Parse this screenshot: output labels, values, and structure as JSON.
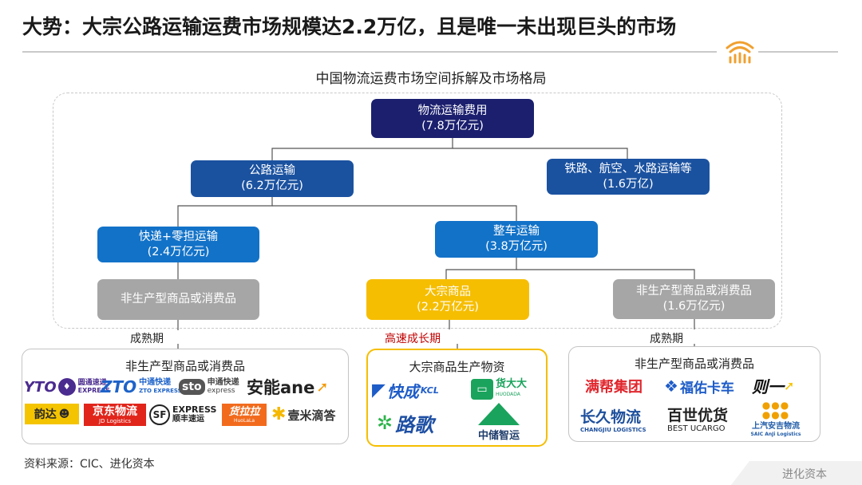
{
  "slide": {
    "title": "大势：大宗公路运输运费市场规模达2.2万亿，且是唯一未出现巨头的市场",
    "subtitle": "中国物流运费市场空间拆解及市场格局",
    "source": "资料来源：CIC、进化资本",
    "footer_brand": "进化资本"
  },
  "nodes": {
    "root": {
      "line1": "物流运输费用",
      "line2": "(7.8万亿元)"
    },
    "road": {
      "line1": "公路运输",
      "line2": "(6.2万亿元)"
    },
    "other": {
      "line1": "铁路、航空、水路运输等",
      "line2": "(1.6万亿)"
    },
    "express": {
      "line1": "快递+零担运输",
      "line2": "(2.4万亿元)"
    },
    "ftl": {
      "line1": "整车运输",
      "line2": "(3.8万亿元)"
    },
    "express_goods": {
      "line1": "非生产型商品或消费品"
    },
    "bulk": {
      "line1": "大宗商品",
      "line2": "(2.2万亿元)"
    },
    "consumer_goods": {
      "line1": "非生产型商品或消费品",
      "line2": "(1.6万亿元)"
    }
  },
  "stages": {
    "left": "成熟期",
    "middle": "高速成长期",
    "right": "成熟期"
  },
  "panels": {
    "left": {
      "title": "非生产型商品或消费品",
      "logos": [
        "YTO",
        "圆通速递",
        "EXPRESS",
        "ZTO",
        "中通快递",
        "ZTO EXPRESS",
        "sto",
        "申通快递",
        "express",
        "安能ane",
        "韵达",
        "京东物流",
        "JD Logistics",
        "SF",
        "EXPRESS",
        "顺丰速运",
        "货拉拉",
        "HuoLaLa",
        "壹米滴答"
      ]
    },
    "middle": {
      "title": "大宗商品生产物资",
      "logos": [
        "快成",
        "KCL",
        "货大大",
        "HUODADA",
        "路歌",
        "中储智运"
      ]
    },
    "right": {
      "title": "非生产型商品或消费品",
      "logos": [
        "满帮集团",
        "福佑卡车",
        "则一",
        "长久物流",
        "CHANGJIU LOGISTICS",
        "百世优货",
        "BEST UCARGO",
        "上汽安吉物流",
        "SAIC AnJi Logistics"
      ]
    }
  },
  "colors": {
    "navy": "#1b1f6e",
    "blue": "#1b52a0",
    "bright_blue": "#1272c8",
    "grey": "#a6a6a6",
    "gold": "#f6be00",
    "red": "#c00000",
    "brand_orange": "#f0a030"
  },
  "icons": [
    "brand-logo-icon"
  ]
}
